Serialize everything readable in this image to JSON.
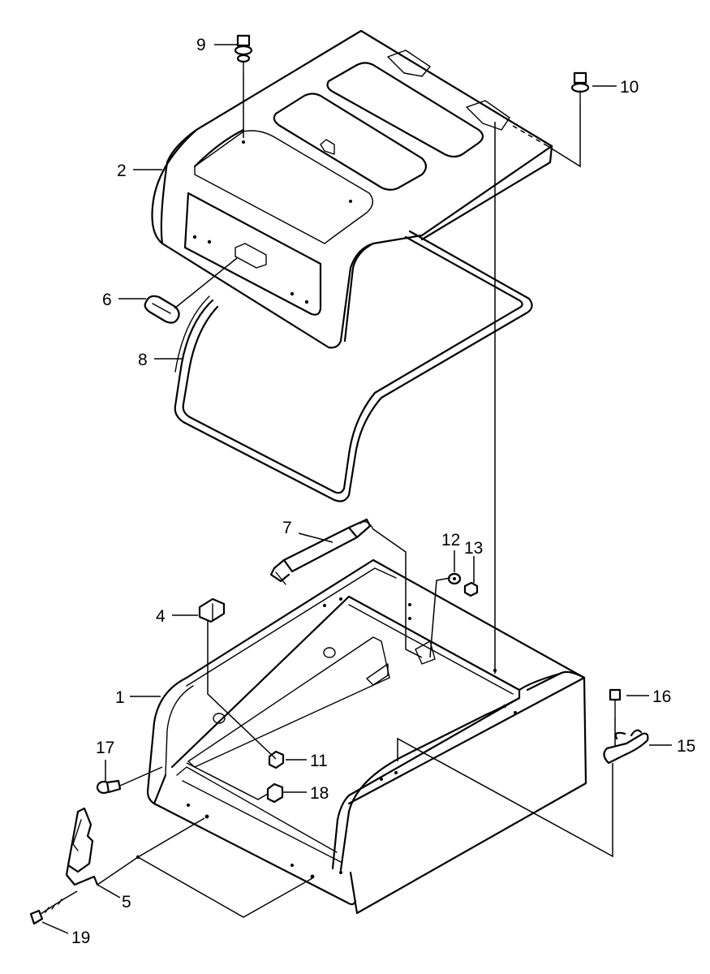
{
  "callouts": {
    "p1": "1",
    "p2": "2",
    "p4": "4",
    "p5": "5",
    "p6": "6",
    "p7": "7",
    "p8": "8",
    "p9": "9",
    "p10": "10",
    "p11": "11",
    "p12": "12",
    "p13": "13",
    "p15": "15",
    "p16": "16",
    "p17": "17",
    "p18": "18",
    "p19": "19"
  },
  "colors": {
    "line": "#000000",
    "background": "#ffffff"
  }
}
